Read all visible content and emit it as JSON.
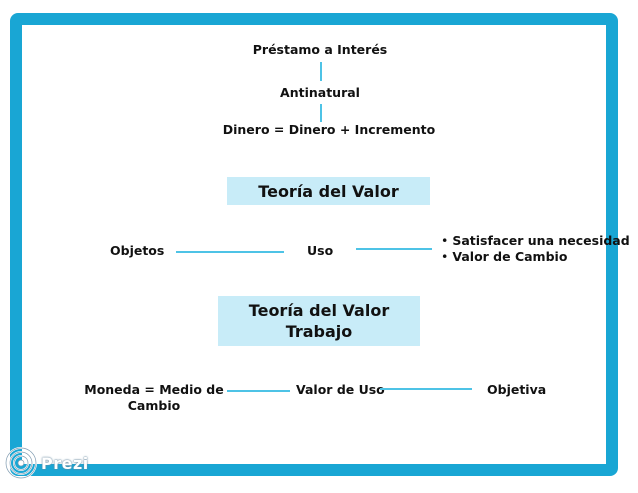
{
  "colors": {
    "frame": "#19a6d4",
    "connector": "#4ec3e6",
    "heading_box": "#c8ecf8"
  },
  "top": {
    "node1": "Préstamo a Interés",
    "node2": "Antinatural",
    "node3": "Dinero = Dinero + Incremento"
  },
  "section1": {
    "heading": "Teoría del Valor",
    "left": "Objetos",
    "middle": "Uso",
    "bullets": [
      "Satisfacer una necesidad",
      "Valor de Cambio"
    ]
  },
  "section2": {
    "heading_line1": "Teoría del Valor",
    "heading_line2": "Trabajo",
    "left_line1": "Moneda = Medio de",
    "left_line2": "Cambio",
    "middle": "Valor de Uso",
    "right": "Objetiva"
  },
  "watermark": {
    "text": "Prezi",
    "icon": "prezi-logo-icon"
  }
}
